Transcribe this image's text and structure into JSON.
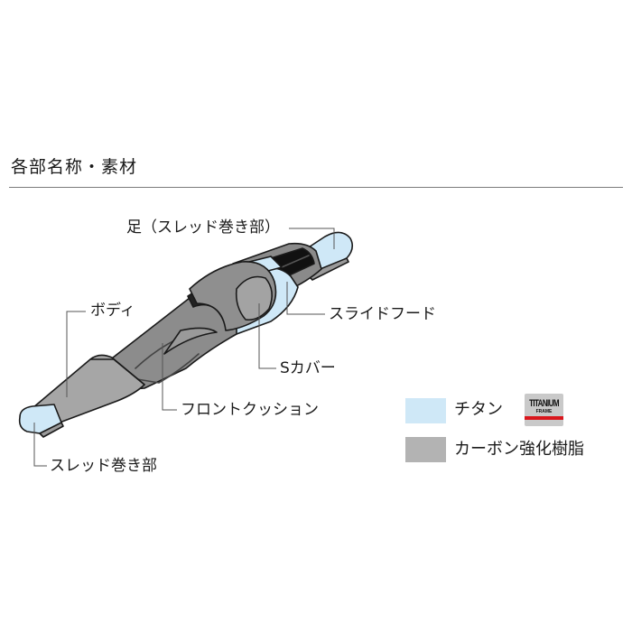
{
  "section": {
    "title": "各部名称・素材"
  },
  "parts": {
    "foot": "足（スレッド巻き部）",
    "slide_hood": "スライドフード",
    "body": "ボディ",
    "s_cover": "Sカバー",
    "front_cushion": "フロントクッション",
    "thread_wrap": "スレッド巻き部"
  },
  "legend": {
    "items": [
      {
        "label": "チタン",
        "color": "#cfe8f7",
        "badge": "titanium-badge"
      },
      {
        "label": "カーボン強化樹脂",
        "color": "#b3b3b3"
      }
    ],
    "badge": {
      "line1": "TITANIUM",
      "line2": "FRAME",
      "accent": "#d9161c"
    }
  },
  "colors": {
    "titanium": "#cfe8f7",
    "carbon_resin": "#b3b3b3",
    "outline": "#1a1a1a",
    "leader_line": "#555555",
    "rule": "#7a7a7a"
  }
}
